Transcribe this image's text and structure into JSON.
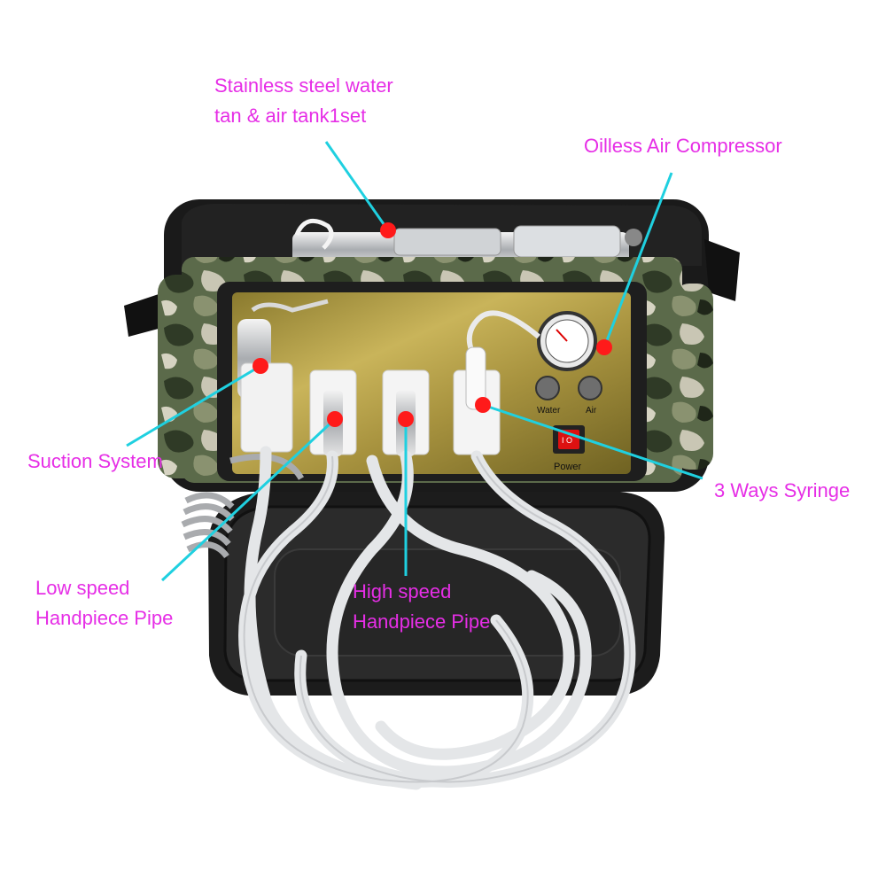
{
  "colors": {
    "label_text": "#e62ee6",
    "leader_line": "#1fd0e0",
    "marker_dot": "#ff1a1a",
    "panel_gold": "#b8a244",
    "bag_black": "#1a1a1a",
    "hose_white": "#e8eaec"
  },
  "callouts": [
    {
      "id": "tank",
      "lines": [
        "Stainless steel water",
        "tan & air tank1set"
      ]
    },
    {
      "id": "compressor",
      "lines": [
        "Oilless Air Compressor"
      ]
    },
    {
      "id": "suction",
      "lines": [
        "Suction System"
      ]
    },
    {
      "id": "syringe",
      "lines": [
        "3 Ways Syringe"
      ]
    },
    {
      "id": "low_speed",
      "lines": [
        "Low speed",
        "Handpiece Pipe"
      ]
    },
    {
      "id": "high_speed",
      "lines": [
        "High speed",
        "Handpiece Pipe"
      ]
    }
  ],
  "panel": {
    "knob_left_label": "Water",
    "knob_right_label": "Air",
    "switch_label": "Power",
    "switch_marks": "I  O"
  }
}
